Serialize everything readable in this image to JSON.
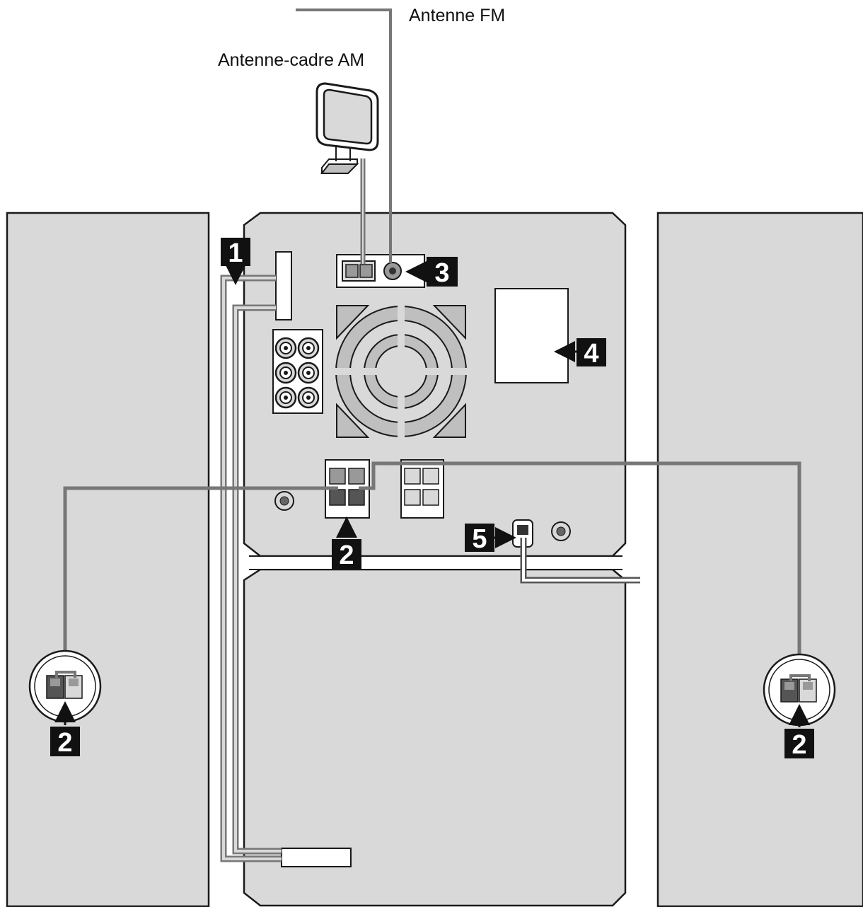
{
  "labels": {
    "fm_antenna": "Antenne FM",
    "am_antenna": "Antenne-cadre AM"
  },
  "callouts": {
    "c1": "1",
    "c2_center": "2",
    "c2_left": "2",
    "c2_right": "2",
    "c3": "3",
    "c4": "4",
    "c5": "5"
  },
  "colors": {
    "panel": "#d9d9d9",
    "outline": "#1a1a1a",
    "cable": "#777777",
    "badge": "#111111",
    "white": "#ffffff"
  }
}
